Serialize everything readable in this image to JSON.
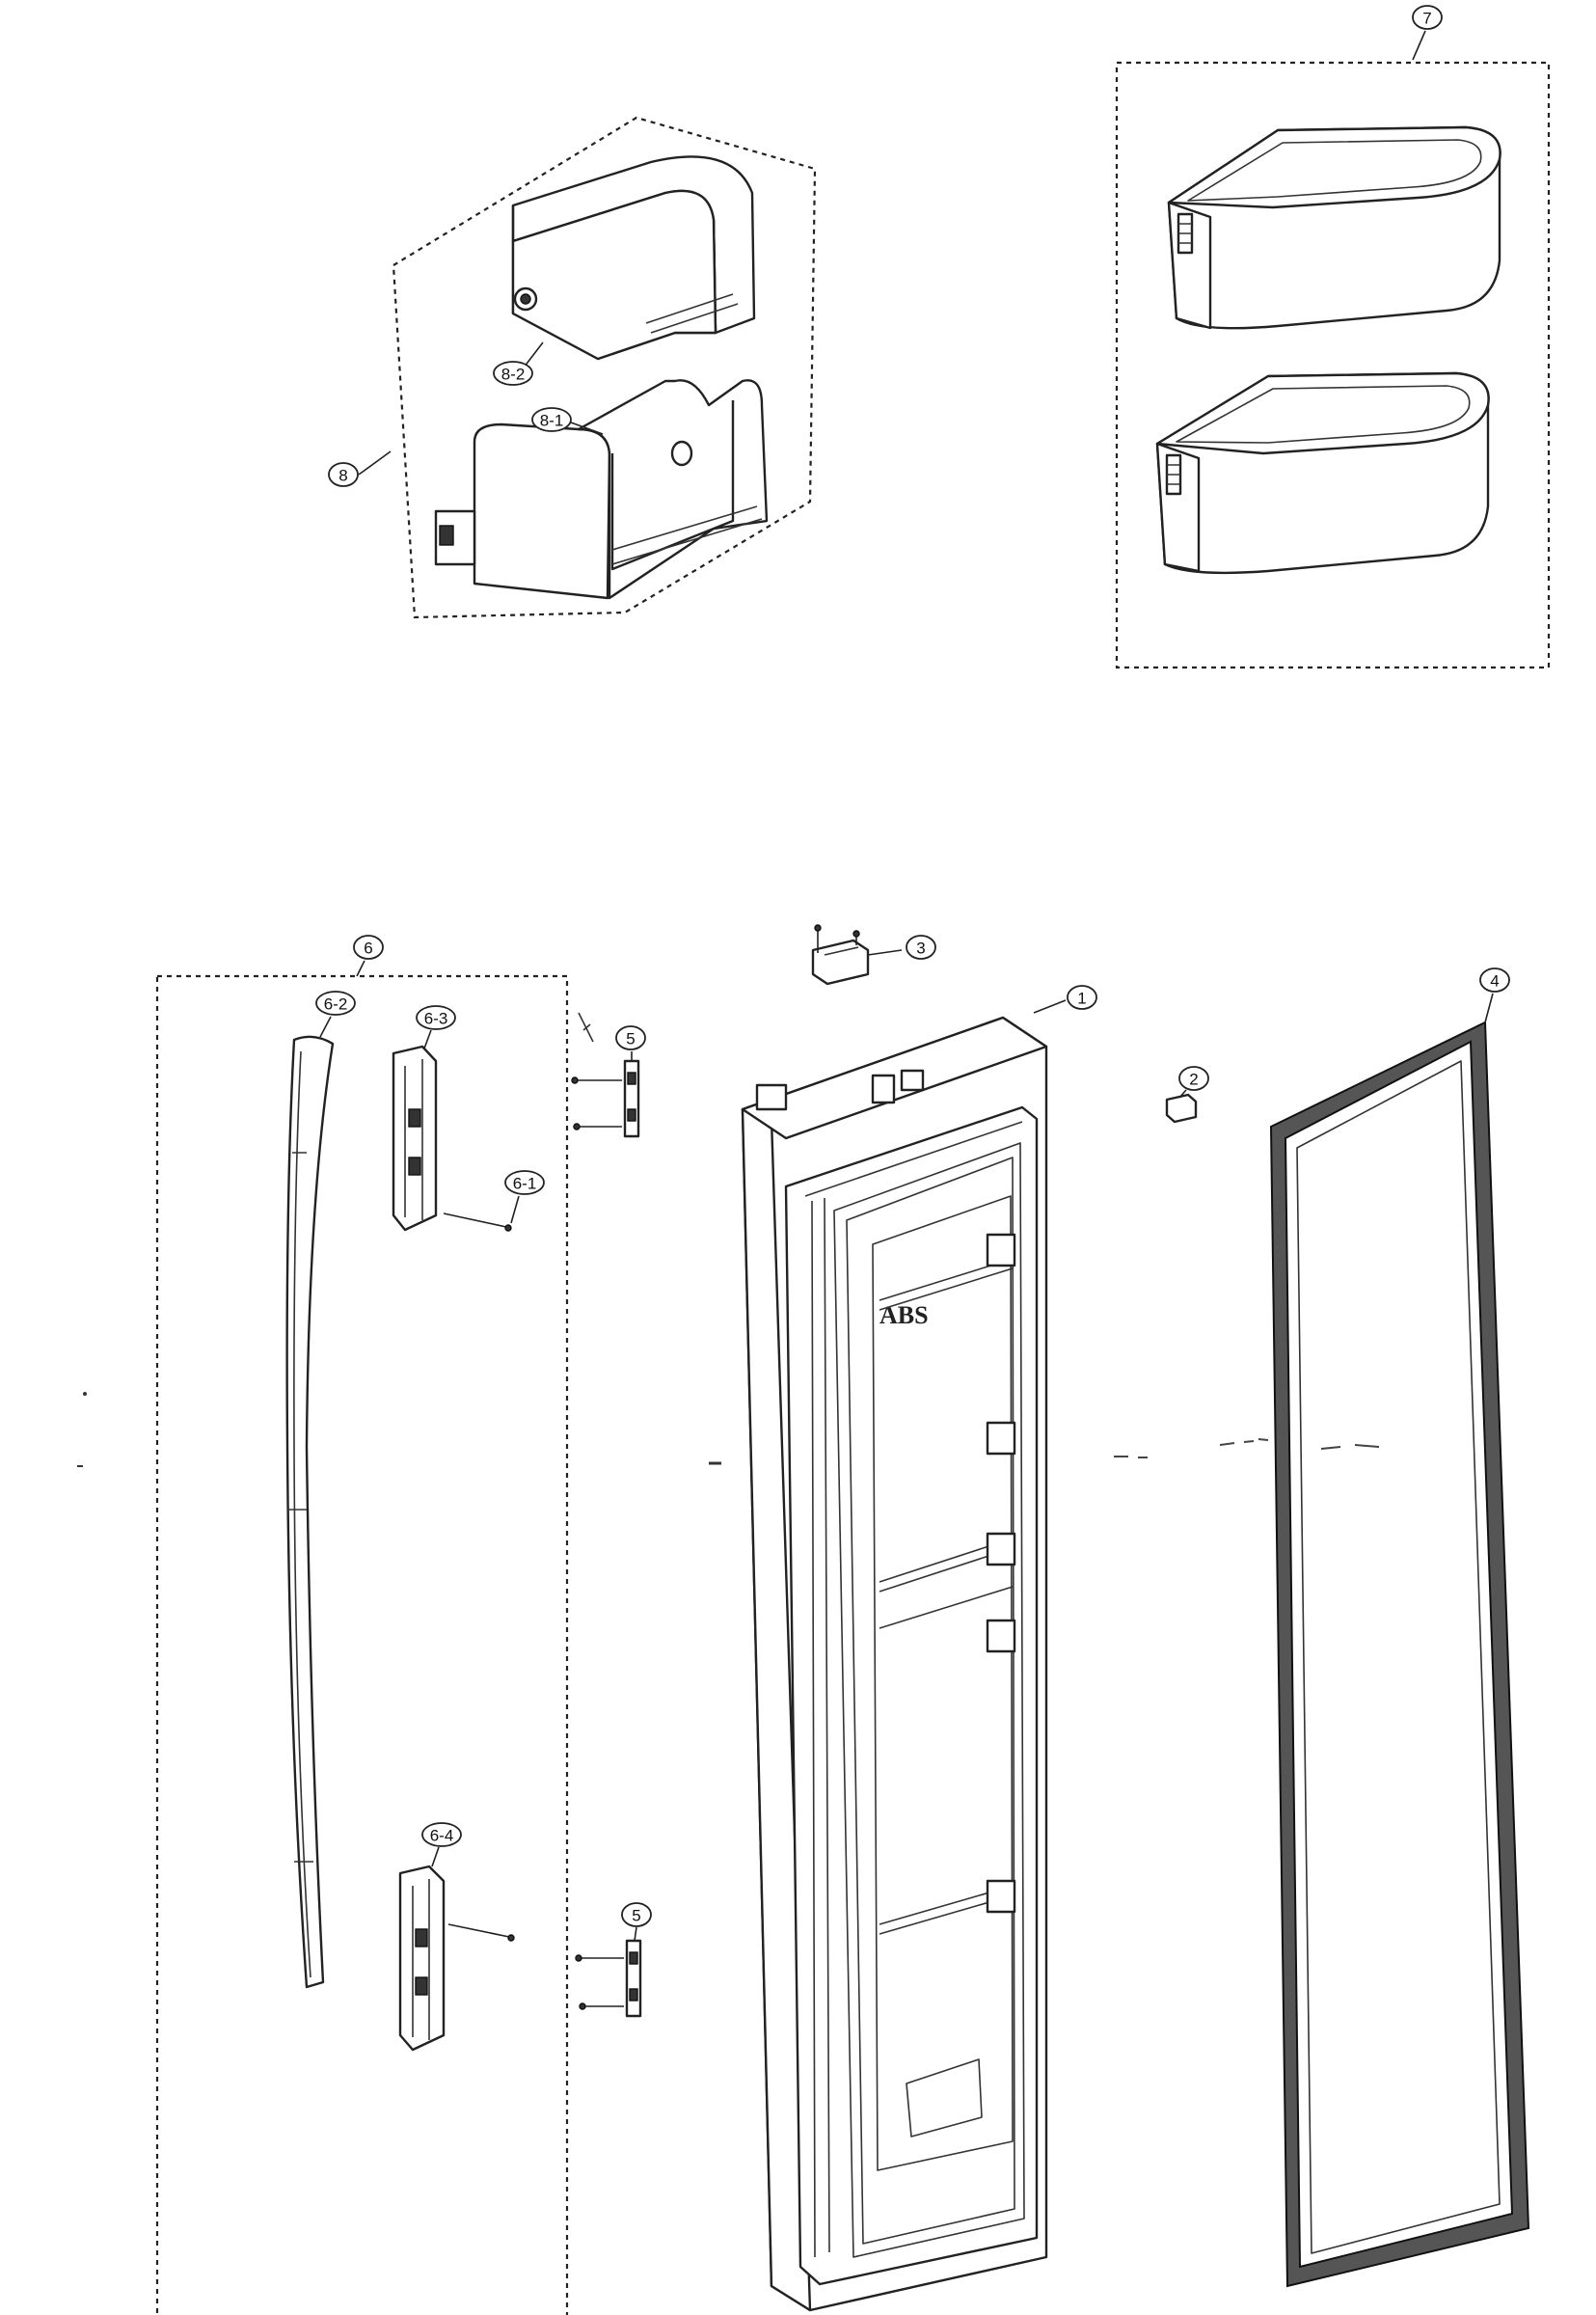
{
  "callouts": [
    {
      "id": "c7",
      "label": "7"
    },
    {
      "id": "c8",
      "label": "8"
    },
    {
      "id": "c8-2",
      "label": "8-2"
    },
    {
      "id": "c8-1",
      "label": "8-1"
    },
    {
      "id": "c6",
      "label": "6"
    },
    {
      "id": "c6-2",
      "label": "6-2"
    },
    {
      "id": "c6-3",
      "label": "6-3"
    },
    {
      "id": "c6-1",
      "label": "6-1"
    },
    {
      "id": "c6-4",
      "label": "6-4"
    },
    {
      "id": "c5a",
      "label": "5"
    },
    {
      "id": "c5b",
      "label": "5"
    },
    {
      "id": "c3",
      "label": "3"
    },
    {
      "id": "c1",
      "label": "1"
    },
    {
      "id": "c2",
      "label": "2"
    },
    {
      "id": "c4",
      "label": "4"
    }
  ],
  "door_liner_stamp": "ABS"
}
